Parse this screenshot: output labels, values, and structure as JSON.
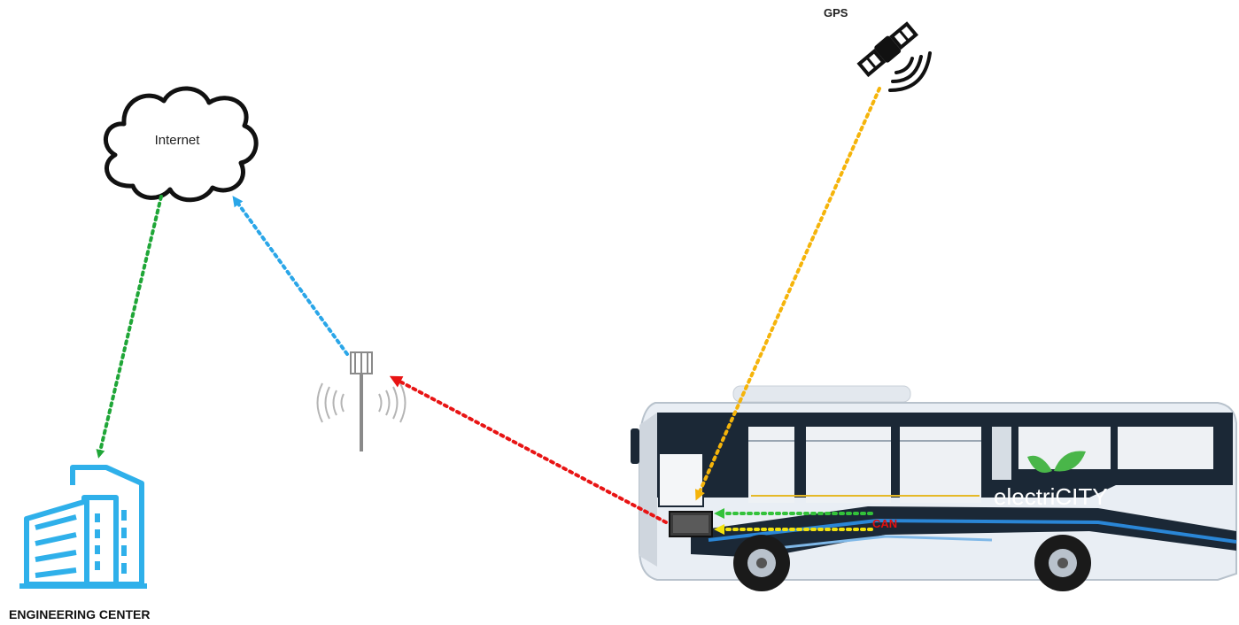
{
  "labels": {
    "gps": "GPS",
    "internet": "Internet",
    "engineering_center": "ENGINEERING CENTER",
    "can": "CAN",
    "bus_brand": "electriCITY"
  },
  "links": [
    {
      "id": "gps-to-bus",
      "color": "#f5b40a"
    },
    {
      "id": "internet-to-engineering",
      "color": "#1fa637"
    },
    {
      "id": "tower-to-internet",
      "color": "#2aa6e8"
    },
    {
      "id": "bus-to-tower",
      "color": "#e81414"
    },
    {
      "id": "can-bus-green",
      "color": "#33c23a"
    },
    {
      "id": "can-bus-yellow",
      "color": "#f2e20c"
    }
  ],
  "colors": {
    "building": "#2fb0ea",
    "bus_dark": "#1b2836",
    "bus_light": "#e9eef4",
    "accent_green": "#49b649"
  },
  "icons": [
    "satellite-icon",
    "cloud-icon",
    "cell-tower-icon",
    "building-icon",
    "bus-icon"
  ]
}
